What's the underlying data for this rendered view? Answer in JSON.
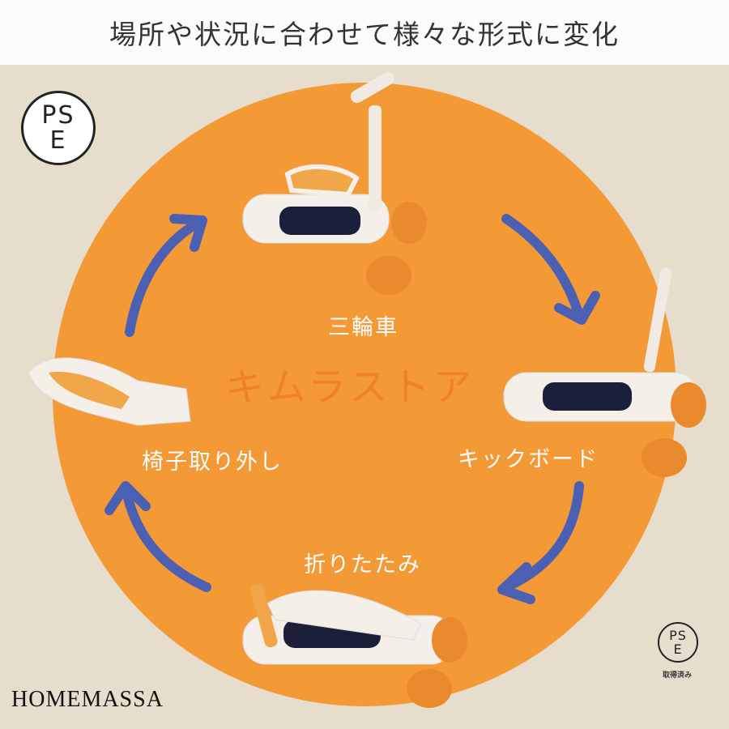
{
  "header": {
    "title": "場所や状況に合わせて様々な形式に変化"
  },
  "modes": {
    "tricycle": "三輪車",
    "kickboard": "キックボード",
    "folded": "折りたたみ",
    "seat_removed": "椅子取り外し"
  },
  "watermark": "キムラストア",
  "brand": "HOMEMASSA",
  "certification": {
    "mark": "PSE",
    "status": "取得済み"
  },
  "colors": {
    "background": "#e7ddcc",
    "circle": "#f39a36",
    "arrow": "#4b5fb3"
  }
}
